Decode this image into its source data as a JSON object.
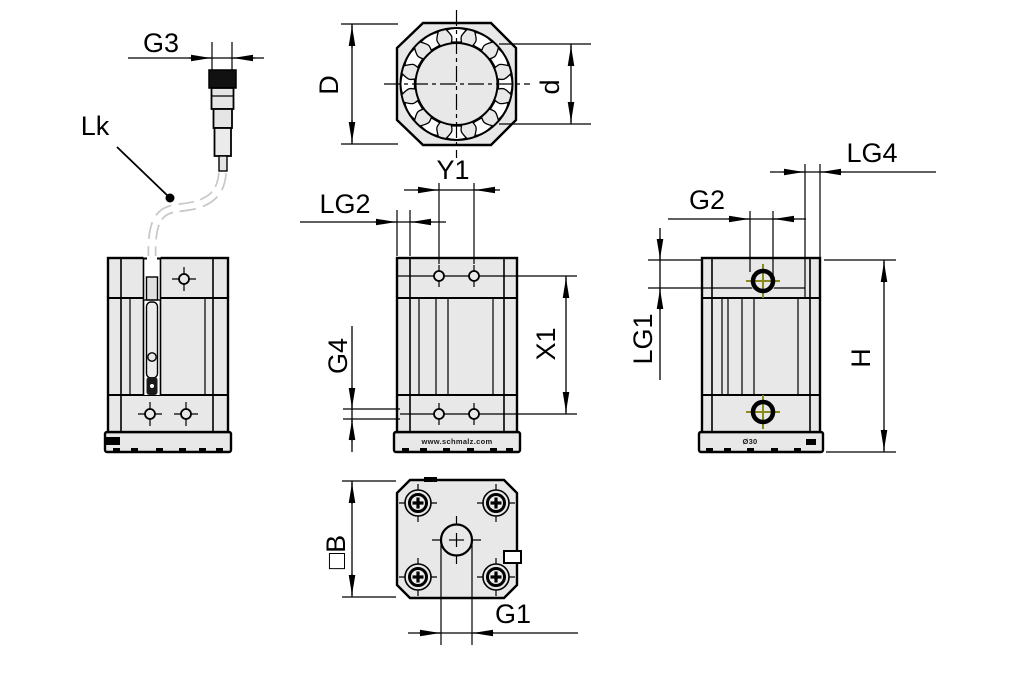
{
  "drawing_type": "technical-dimension-drawing",
  "labels": {
    "g3": "G3",
    "lk": "Lk",
    "d_outer": "D",
    "d_inner": "d",
    "y1": "Y1",
    "lg2": "LG2",
    "g4": "G4",
    "x1": "X1",
    "lg4": "LG4",
    "g2": "G2",
    "lg1": "LG1",
    "h": "H",
    "square_b": "□B",
    "g1": "G1"
  },
  "stamps": {
    "website": "www.schmalz.com",
    "base_mark": "Ø30"
  },
  "colors": {
    "line": "#000000",
    "body_fill": "#e8e8e8",
    "cable": "#c8c8c8",
    "hole_accent": "#8a8a1e",
    "connector_dark": "#111111",
    "background": "#ffffff"
  }
}
